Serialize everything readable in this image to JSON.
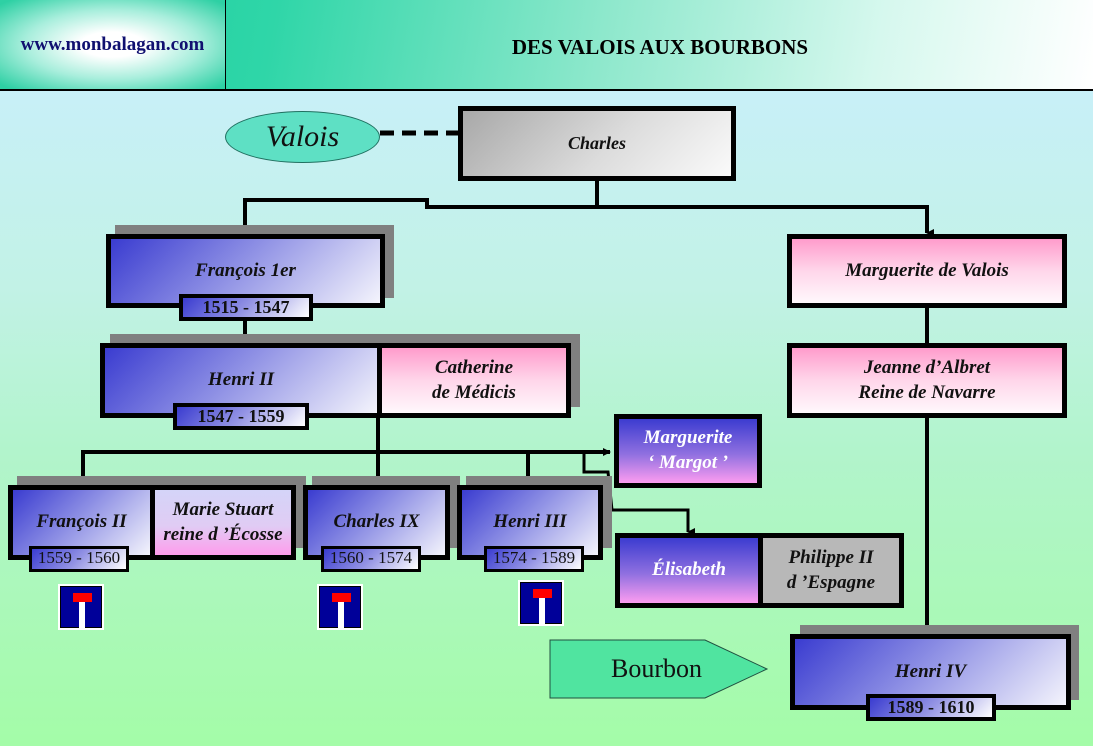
{
  "header": {
    "site": "www.monbalagan.com",
    "title": "DES VALOIS AUX BOURBONS"
  },
  "labels": {
    "valois": "Valois",
    "bourbon": "Bourbon"
  },
  "people": {
    "charles": {
      "name": "Charles"
    },
    "francois1": {
      "name": "François 1er",
      "reign": "1515 - 1547"
    },
    "marguerite_valois": {
      "name": "Marguerite de Valois"
    },
    "henri2": {
      "name": "Henri II",
      "reign": "1547 - 1559"
    },
    "catherine": {
      "line1": "Catherine",
      "line2": "de Médicis"
    },
    "jeanne": {
      "line1": "Jeanne d’Albret",
      "line2": "Reine de Navarre"
    },
    "margot": {
      "line1": "Marguerite",
      "line2": "‘ Margot ’"
    },
    "francois2": {
      "name": "François II",
      "reign": "1559 - 1560"
    },
    "marie_stuart": {
      "line1": "Marie Stuart",
      "line2": "reine d ’Écosse"
    },
    "charles9": {
      "name": "Charles IX",
      "reign": "1560 - 1574"
    },
    "henri3": {
      "name": "Henri III",
      "reign": "1574 - 1589"
    },
    "elisabeth": {
      "name": "Élisabeth"
    },
    "philippe2": {
      "line1": "Philippe II",
      "line2": "d ’Espagne"
    },
    "henri4": {
      "name": "Henri IV",
      "reign": "1589 - 1610"
    }
  },
  "icons": {
    "dead_end": "dead-end-road-sign"
  },
  "colors": {
    "header_teal": "#16cc9c",
    "king_blue": "#3a3cd0",
    "queen_pink": "#ff9ccc",
    "dead_end_blue": "#000099",
    "dead_end_red": "#ff0000"
  }
}
